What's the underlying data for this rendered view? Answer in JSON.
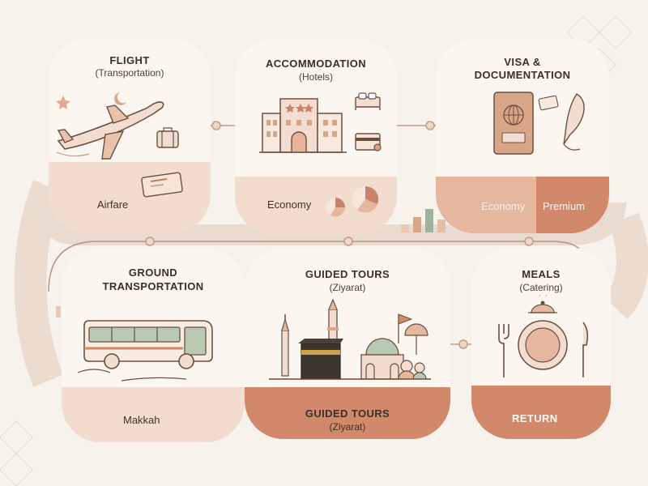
{
  "steps": {
    "flight": {
      "title": "FLIGHT",
      "subtitle": "(Transportation)",
      "band_label": "Airfare",
      "icon": "airplane-icon"
    },
    "accommodation": {
      "title": "ACCOMMODATION",
      "subtitle": "(Hotels)",
      "band_label": "Economy",
      "icon": "hotel-icon"
    },
    "visa": {
      "title_line1": "VISA &",
      "title_line2": "DOCUMENTATION",
      "band_left": "Economy",
      "band_right": "Premium",
      "icon": "passport-icon"
    },
    "ground": {
      "title_line1": "GROUND",
      "title_line2": "TRANSPORTATION",
      "band_label": "Makkah",
      "icon": "bus-icon"
    },
    "tours": {
      "title": "GUIDED TOURS",
      "subtitle": "(Ziyarat)",
      "band_title": "GUIDED TOURS",
      "band_subtitle": "(Ziyarat)",
      "icon": "kaaba-icon"
    },
    "meals": {
      "title": "MEALS",
      "subtitle": "(Catering)",
      "band_label": "RETURN",
      "icon": "cloche-icon"
    }
  },
  "colors": {
    "background": "#f7f2ec",
    "card": "#fbf6f0",
    "band_light": "#f1dccd",
    "band_dark": "#d2886b",
    "line": "#c79a86",
    "ink": "#6a4f42",
    "accent_green": "#9cb59a"
  }
}
